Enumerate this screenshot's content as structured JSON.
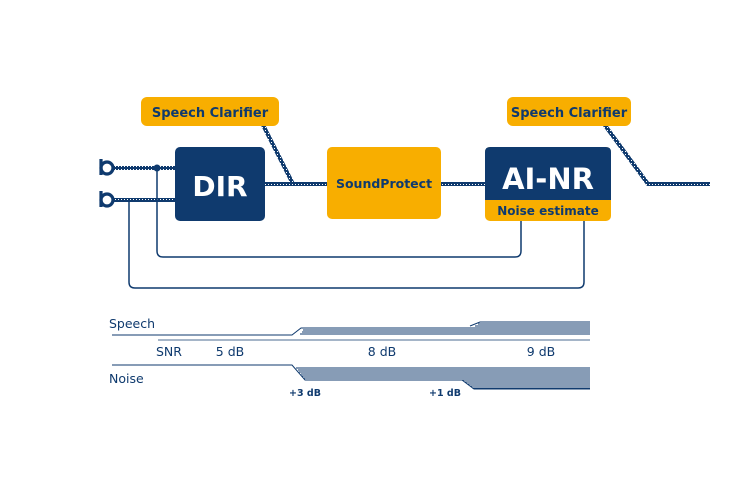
{
  "blocks": {
    "speech_clarifier_left": "Speech Clarifier",
    "speech_clarifier_right": "Speech Clarifier",
    "dir": "DIR",
    "sound_protect": "SoundProtect",
    "ai_nr": "AI-NR",
    "noise_estimate": "Noise estimate"
  },
  "snr_chart": {
    "speech_label": "Speech",
    "noise_label": "Noise",
    "snr_label": "SNR",
    "stages": [
      "5 dB",
      "8 dB",
      "9 dB"
    ],
    "gains": [
      "+3 dB",
      "+1 dB"
    ]
  },
  "colors": {
    "navy": "#0f3a6e",
    "orange": "#f8ae00",
    "white": "#ffffff"
  }
}
